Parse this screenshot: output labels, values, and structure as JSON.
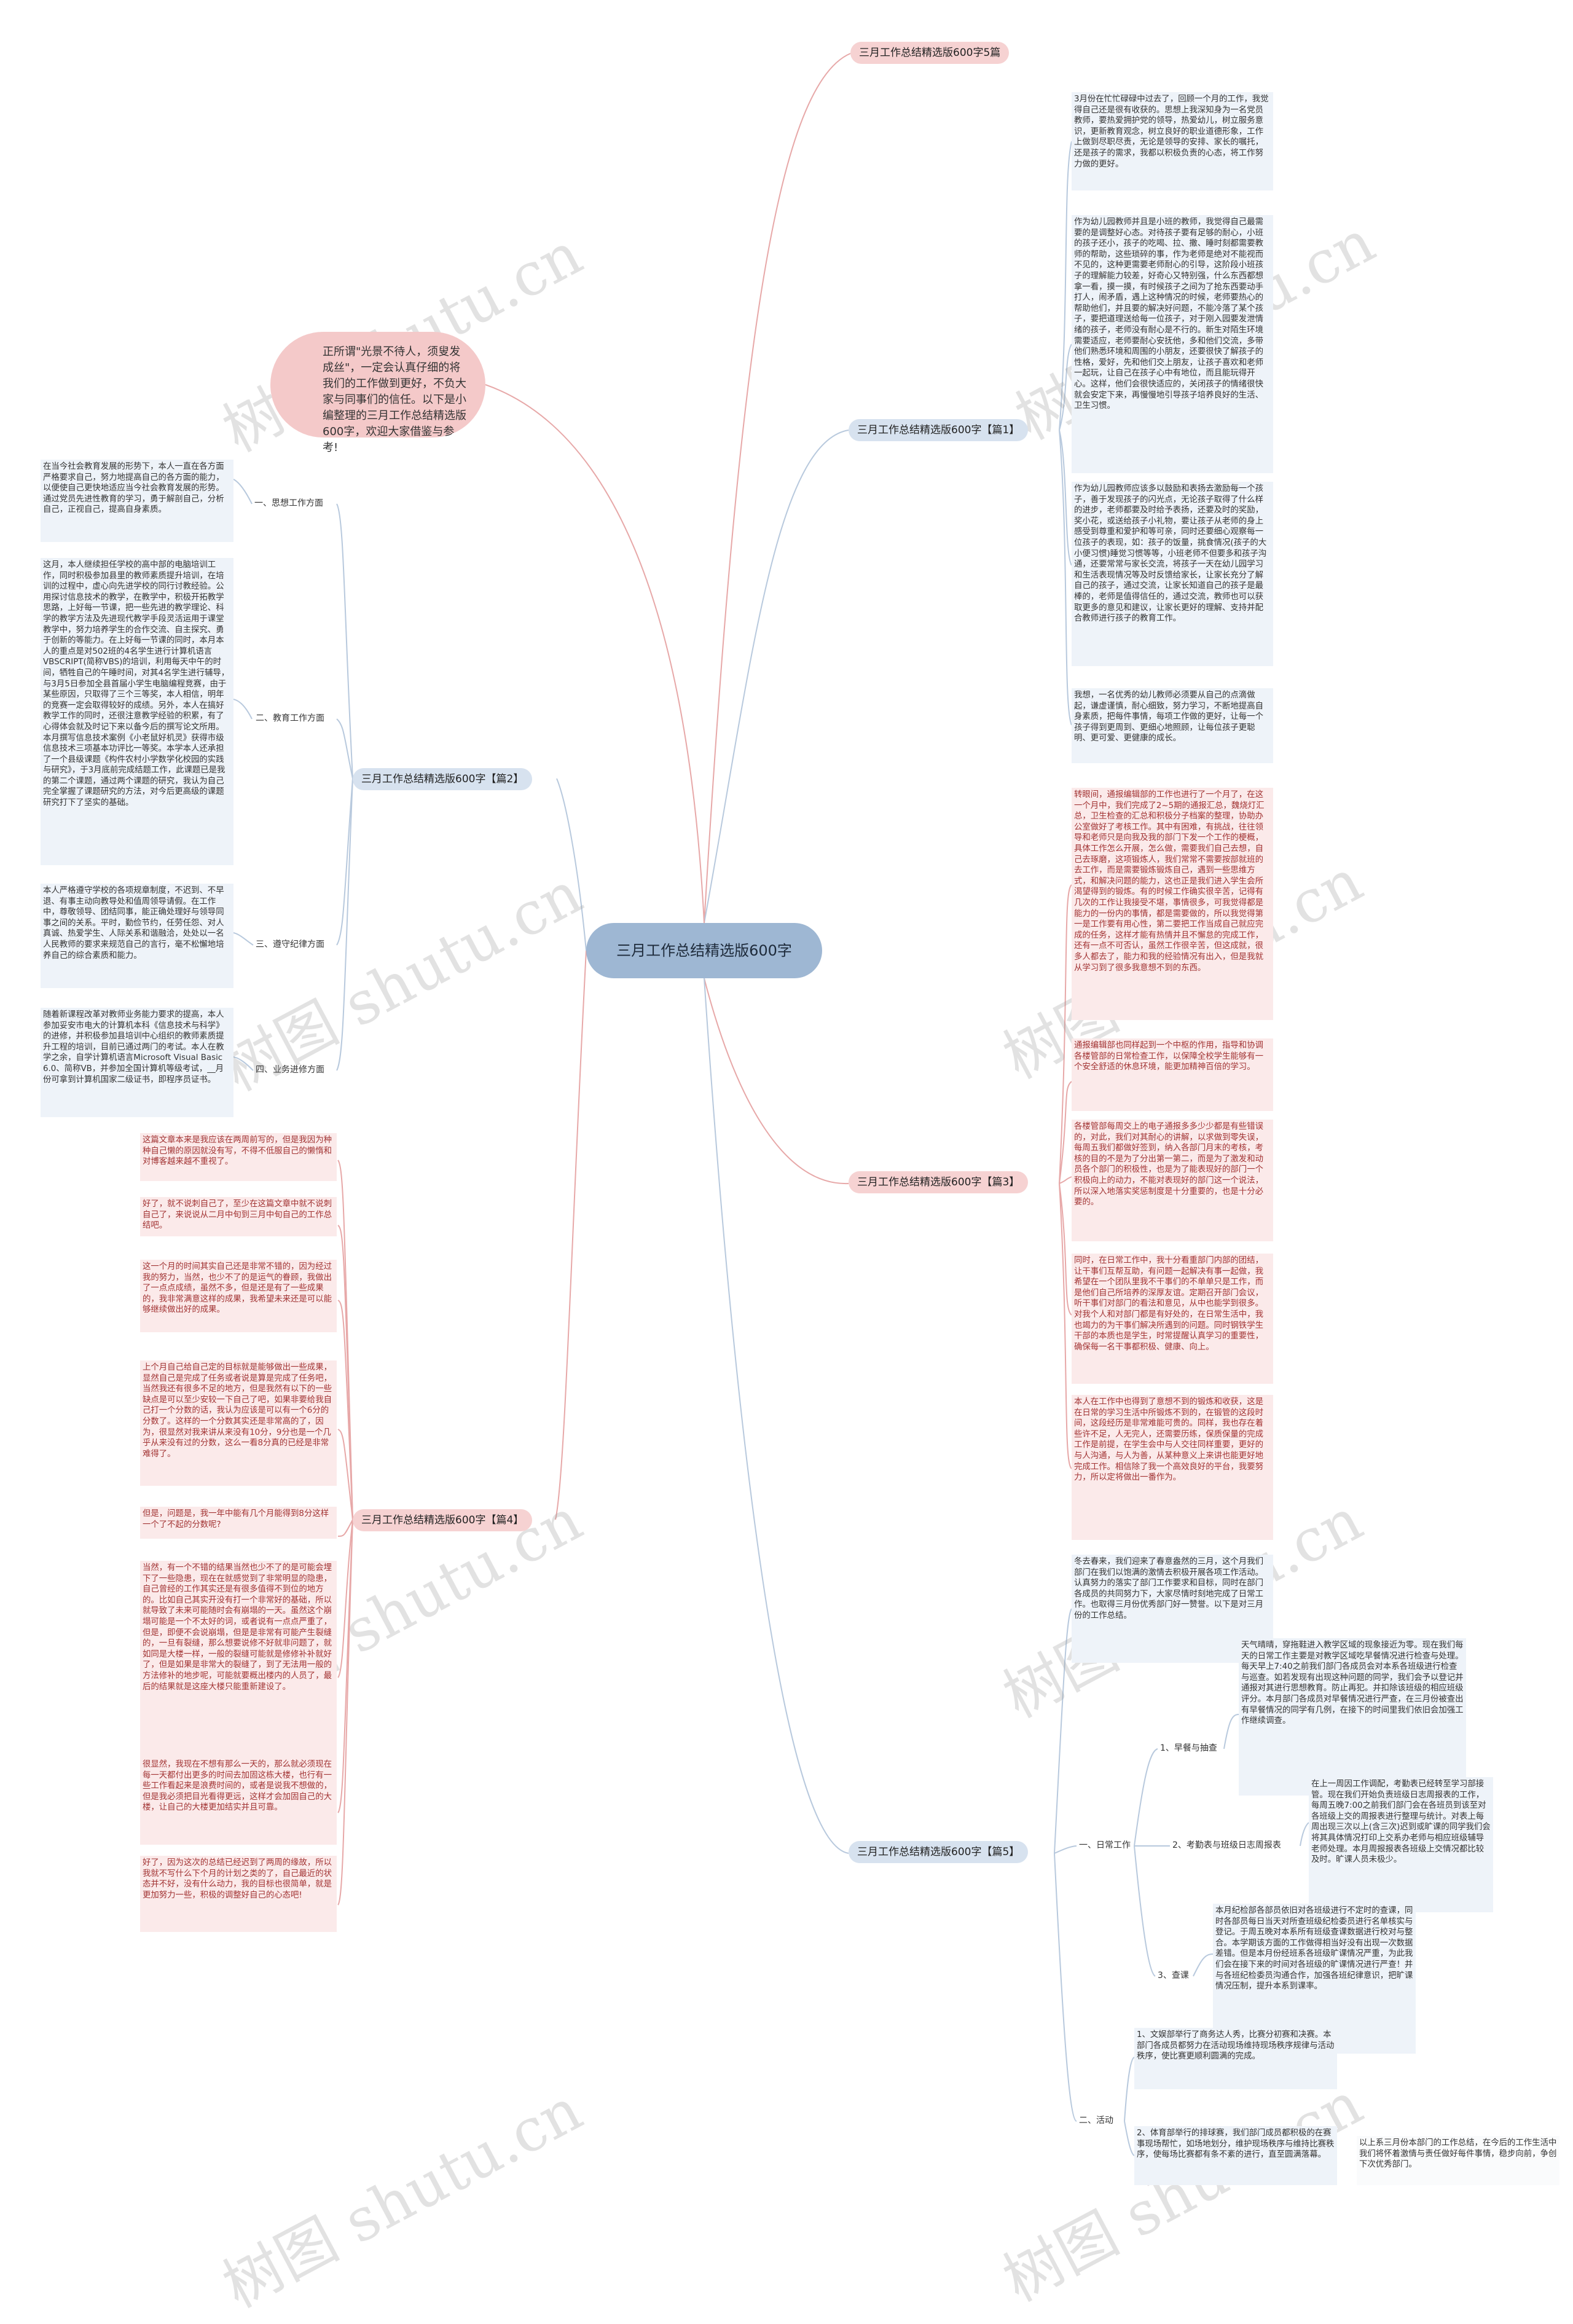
{
  "root": "三月工作总结精选版600字",
  "intro": "正所谓\"光景不待人，须叟发成丝\"，一定会认真仔细的将我们的工作做到更好，不负大家与同事们的信任。以下是小编整理的三月工作总结精选版600字，欢迎大家借鉴与参考!",
  "watermark": "树图 shutu.cn",
  "right": {
    "b5_title": "三月工作总结精选版600字5篇",
    "p1": {
      "title": "三月工作总结精选版600字【篇1】",
      "leaves": [
        "3月份在忙忙碌碌中过去了，回顾一个月的工作，我觉得自己还是很有收获的。思想上我深知身为一名党员教师，要热爱拥护党的领导，热爱幼儿，树立服务意识，更新教育观念，树立良好的职业道德形象，工作上做到尽职尽责，无论是领导的安排、家长的嘱托，还是孩子的需求，我都以积极负责的心态，将工作努力做的更好。",
        "作为幼儿园教师并且是小班的教师，我觉得自己最需要的是调整好心态。对待孩子要有足够的耐心，小班的孩子还小，孩子的吃喝、拉、撒、睡时刻都需要教师的帮助，这些琐碎的事，作为老师是绝对不能视而不见的，这种更需要老师耐心的引导，这阶段小班孩子的理解能力较差，好奇心又特别强，什么东西都想拿一看，摸一摸，有时候孩子之间为了抢东西要动手打人，闹矛盾，遇上这种情况的时候，老师要热心的帮助他们，并且要的解决好问题，不能冷落了某个孩子，要把道理送给每一位孩子，对于刚入园要发泄情绪的孩子，老师没有耐心是不行的。新生对陌生环境需要适应，老师要耐心安抚他，多和他们交流，多带他们熟悉环境和周围的小朋友，还要很快了解孩子的性格，爱好，先和他们交上朋友，让孩子喜欢和老师一起玩，让自己在孩子心中有地位，而且能玩得开心。这样，他们会很快适应的，关闭孩子的情绪很快就会安定下来，再慢慢地引导孩子培养良好的生活、卫生习惯。",
        "作为幼儿园教师应该多以鼓励和表扬去激励每一个孩子，善于发现孩子的闪光点，无论孩子取得了什么样的进步，老师都要及时给予表扬，还要及时的奖励，奖小花，或送给孩子小礼物，要让孩子从老师的身上感受到尊重和爱护和等可亲，同时还要细心观察每一位孩子的表现，如：孩子的饭量，挑食情况(孩子的大小便习惯)睡觉习惯等等，小班老师不但要多和孩子沟通，还要常常与家长交流，将孩子一天在幼儿园学习和生活表现情况等及时反馈给家长，让家长充分了解自己的孩子，通过交流，让家长知道自己的孩子是最棒的，老师是值得信任的，通过交流，教师也可以获取更多的意见和建议，让家长更好的理解、支持并配合教师进行孩子的教育工作。",
        "我想，一名优秀的幼儿教师必须要从自己的点滴做起，谦虚谨慎，耐心细致，努力学习，不断地提高自身素质，把每件事情，每项工作做的更好，让每一个孩子得到更周到、更细心地照顾，让每位孩子更聪明、更可爱、更健康的成长。"
      ]
    },
    "p3": {
      "title": "三月工作总结精选版600字【篇3】",
      "leaves": [
        "转眼间，通报编辑部的工作也进行了一个月了，在这一个月中，我们完成了2~5期的通报汇总，魏烧灯汇总，卫生检查的汇总和积极分子档案的整理，协助办公室做好了考核工作。其中有困难，有挑战，往往领导和老师只是向我及我的部门下发一个工作的梗概，具体工作怎么开展，怎么做，需要我们自己去想，自己去琢磨，这项锻炼人，我们常常不需要按部就班的去工作，而是需要锻炼锻炼自己，遇到一些思维方式，和解决问题的能力，这也正是我们进入学生会所渴望得到的锻炼。有的时候工作确实很辛苦，记得有几次的工作让我接受不堪，事情很多，可我觉得都是能力的一份内的事情，都是需要做的，所以我觉得第一是工作要有用心性，第二要把工作当成自己就应完成的任务，这样才能有热情并且不懈怠的完成工作，还有一点不可否认，虽然工作很辛苦，但这成就，很多人都去了，能力和我的经验情况有出入，但是我就从学习到了很多我意想不到的东西。",
        "通报编辑部也同样起到一个中枢的作用，指导和协调各楼管部的日常检查工作，以保障全校学生能够有一个安全舒适的休息环境，能更加精神百倍的学习。",
        "各楼管部每周交上的电子通报多多少少都是有些错误的，对此，我们对其耐心的讲解，以求做到零失误，每周五我们都做好签到，纳入各部门月末的考核，考核的目的不是为了分出第一第二，而是为了激发和动员各个部门的积极性，也是为了能表现好的部门一个积极向上的动力，不能对表现好的部门这一个说法，所以深入地落实奖惩制度是十分重要的，也是十分必要的。",
        "同时，在日常工作中，我十分看重部门内部的团结，让干事们互帮互助，有问题一起解决有事一起做，我希望在一个团队里我不干事们的不单单只是工作，而是他们自己所培养的深厚友谊。定期召开部门会议，听干事们对部门的看法和意见，从中也能学到很多。对我个人和对部门都是有好处的，在日常生活中，我也竭力的为干事们解决所遇到的问题。同时钢铁学生干部的本质也是学生，时常提醒认真学习的重要性，确保每一名干事都积极、健康、向上。",
        "本人在工作中也得到了意想不到的锻炼和收获，这是在日常的学习生活中所锻炼不到的，在锻管的这段时间，这段经历是非常难能可贵的。同样，我也存在着些许不足，人无完人，还需要历练，保质保量的完成工作是前提，在学生会中与人交往同样重要，更好的与人沟通，与人为善，从某种意义上来讲也能更好地完成工作。相信除了我一个高效良好的平台，我要努力，所以定将做出一番作为。"
      ]
    },
    "p5": {
      "title": "三月工作总结精选版600字【篇5】",
      "intro_leaf": "冬去春来，我们迎来了春意盎然的三月，这个月我们部门在我们以饱满的激情去积极开展各项工作活动。认真努力的落实了部门工作要求和目标，同时在部门各成员的共同努力下，大家尽情时刻地完成了日常工作。也取得三月份优秀部门好一赞誉。以下是对三月份的工作总结。",
      "sec1": "一、日常工作",
      "sec1_items": [
        {
          "label": "1、早餐与抽查",
          "text": "天气晴晴，穿拖鞋进入教学区域的现象接近为零。现在我们每天的日常工作主要是对教学区域吃早餐情况进行检查与处理。每天早上7:40之前我们部门各成员会对本系各班级进行检查与巡查。如若发现有出现这种问题的同学，我们会予以登记并通报对其进行思想教育。防止再犯。并扣除该班级的相应班级评分。本月部门各成员对早餐情况进行严查，在三月份被查出有早餐情况的同学有几例，在接下的时间里我们依旧会加强工作继续调查。"
        },
        {
          "label": "2、考勤表与班级日志周报表",
          "text": "在上一周因工作调配，考勤表已经转至学习部接管。现在我们开始负责班级日志周报表的工作，每周五晚7:00之前我们部门会在各班员到该至对各班级上交的周报表进行整理与统计。对表上每周出现三次以上(含三次)迟到或旷课的同学我们会将其具体情况打印上交系办老师与相应班级辅导老师处理。本月周报报表各班级上交情况都比较及时。旷课人员未极少。"
        },
        {
          "label": "3、查课",
          "text": "本月纪检部各部员依旧对各班级进行不定时的查课，同时各部员每日当天对所查班级纪检委员进行名单核实与登记。于周五晚对本系所有班级查课数据进行校对与整合。本学期该方面的工作做得相当好没有出现一次数据差错。但是本月份经班系各班级旷课情况严重，为此我们会在接下来的时间对各班级的旷课情况进行严查！并与各班纪检委员沟通合作，加强各班纪律意识，把旷课情况压制，提升本系到课率。"
        }
      ],
      "sec2": "二、活动",
      "sec2_items": [
        "1、文娱部举行了商务达人秀，比赛分初赛和决赛。本部门各成员都努力在活动现场维持现场秩序规律与活动秩序，使比赛更顺利圆满的完成。",
        "2、体育部举行的排球赛，我们部门成员都积极的在赛事现场帮忙，如场地划分，维护现场秩序与维持比赛秩序，使每场比赛都有条不紊的进行，直至圆满落幕。"
      ],
      "closing": "以上系三月份本部门的工作总结，在今后的工作生活中我们将怀着激情与责任做好每件事情，稳步向前，争创下次优秀部门。"
    }
  },
  "left": {
    "p2": {
      "title": "三月工作总结精选版600字【篇2】",
      "sections": [
        {
          "label": "一、思想工作方面",
          "text": "在当今社会教育发展的形势下，本人一直在各方面严格要求自己，努力地提高自己的各方面的能力，以便使自己更快地适应当今社会教育发展的形势。通过党员先进性教育的学习，勇于解剖自己，分析自己，正视自己，提高自身素质。"
        },
        {
          "label": "二、教育工作方面",
          "text": "这月，本人继续担任学校的高中部的电脑培训工作，同时积极参加县里的教师素质提升培训，在培训的过程中，虚心向先进学校的同行讨教经验。公用探讨信息技术的教学，在教学中，积极开拓教学思路，上好每一节课，把一些先进的教学理论、科学的教学方法及先进现代教学手段灵活运用于课堂教学中，努力培养学生的合作交流、自主探究、勇于创新的等能力。在上好每一节课的同时，本月本人的重点是对502班的4名学生进行计算机语言VBSCRIPT(简称VBS)的培训，利用每天中午的时间，牺牲自己的午睡时间，对其4名学生进行辅导，与3月5日参加全县首届小学生电脑编程竞赛，由于某些原因，只取得了三个三等奖，本人相信，明年的竞赛一定会取得较好的成绩。另外，本人在搞好教学工作的同时，还很注意教学经验的积累，有了心得体会就及时记下来以备今后的撰写论文所用。本月撰写信息技术案例《小老鼠好机灵》获得市级信息技术三项基本功评比一等奖。本学本人还承担了一个县级课题《构件农村小学数学化校园的实践与研究》，于3月底前完成结题工作，此课题已是我的第二个课题，通过两个课题的研究，我认为自己完全掌握了课题研究的方法，对今后更高级的课题研究打下了坚实的基础。"
        },
        {
          "label": "三、遵守纪律方面",
          "text": "本人严格遵守学校的各项规章制度，不迟到、不早退、有事主动向教导处和值周领导请假。在工作中，尊敬领导、团结同事，能正确处理好与领导同事之间的关系。平时，勤俭节约，任劳任怨、对人真诚、热爱学生、人际关系和谐融洽，处处以一名人民教师的要求来规范自己的言行，毫不松懈地培养自己的综合素质和能力。"
        },
        {
          "label": "四、业务进修方面",
          "text": "随着新课程改革对教师业务能力要求的提高，本人参加妥安市电大的计算机本科《信息技术与科学》的进修，并积极参加县培训中心组织的教师素质提升工程的培训，目前已通过两门的考试。本人在教学之余，自学计算机语言Microsoft Visual Basic 6.0、简称VB，并参加全国计算机等级考试，__月份可拿到计算机国家二级证书，即程序员证书。"
        }
      ]
    },
    "p4": {
      "title": "三月工作总结精选版600字【篇4】",
      "leaves": [
        "这篇文章本来是我应该在两周前写的，但是我因为种种自己懒的原因就没有写，不得不低服自己的懒惰和对博客越来越不重视了。",
        "好了，就不说刺自己了，至少在这篇文章中就不说刺自己了，来说说从二月中旬到三月中旬自己的工作总结吧。",
        "这一个月的时间其实自己还是非常不错的，因为经过我的努力，当然，也少不了的是运气的眷顾，我做出了一点点成绩，虽然不多，但是还是有了一些成果的，我非常满意这样的成果，我希望未来还是可以能够继续做出好的成果。",
        "上个月自己给自己定的目标就是能够做出一些成果，显然自己是完成了任务或者说是算是完成了任务吧，当然我还有很多不足的地方，但是我然有以下的一些缺点是可以至少安较一下自己了吧，如果非要给我自己打一个分数的话，我认为应该是可以有一个6分的分数了。这样的一个分数其实还是非常高的了，因为，很显然对我来讲从来没有10分，9分也是一个几乎从来没有过的分数，这么一看8分真的已经是非常难得了。",
        "但是，问题是，我一年中能有几个月能得到8分这样一个了不起的分数呢?",
        "当然，有一个不错的结果当然也少不了的是可能会埋下了一些隐患，现在在就感觉到了非常明显的隐患，自己曾经的工作其实还是有很多值得不到位的地方的。比如自己其实开没有打一个非常好的基础，所以就导致了未来可能随时会有崩塌的一天。虽然这个崩塌可能是一个不太好的词，或者说有一点点严重了，但是，即便不会说崩塌，但是是非常有可能产生裂缝的，一旦有裂缝，那么想要说修不好就非问题了，就如同是大楼一样，一般的裂缝可能就是修修补补就好了，但是如果是非常大的裂缝了，到了无法用一般的方法修补的地步呢，可能就要概出楼内的人员了，最后的结果就是这座大楼只能重新建设了。",
        "很显然，我现在不想有那么一天的，那么就必须现在每一天都付出更多的时间去加固这栋大楼，也行有一些工作看起来是浪费时间的，或者是说我不想做的，但是我必须把目光看得更远，这样才会加固自己的大楼，让自己的大楼更加结实并且可靠。",
        "好了，因为这次的总结已经迟到了两周的缘故，所以我就不写什么下个月的计划之类的了，自己最近的状态并不好，没有什么动力，我的目标也很简单，就是更加努力一些，积极的调整好自己的心态吧!"
      ]
    }
  }
}
